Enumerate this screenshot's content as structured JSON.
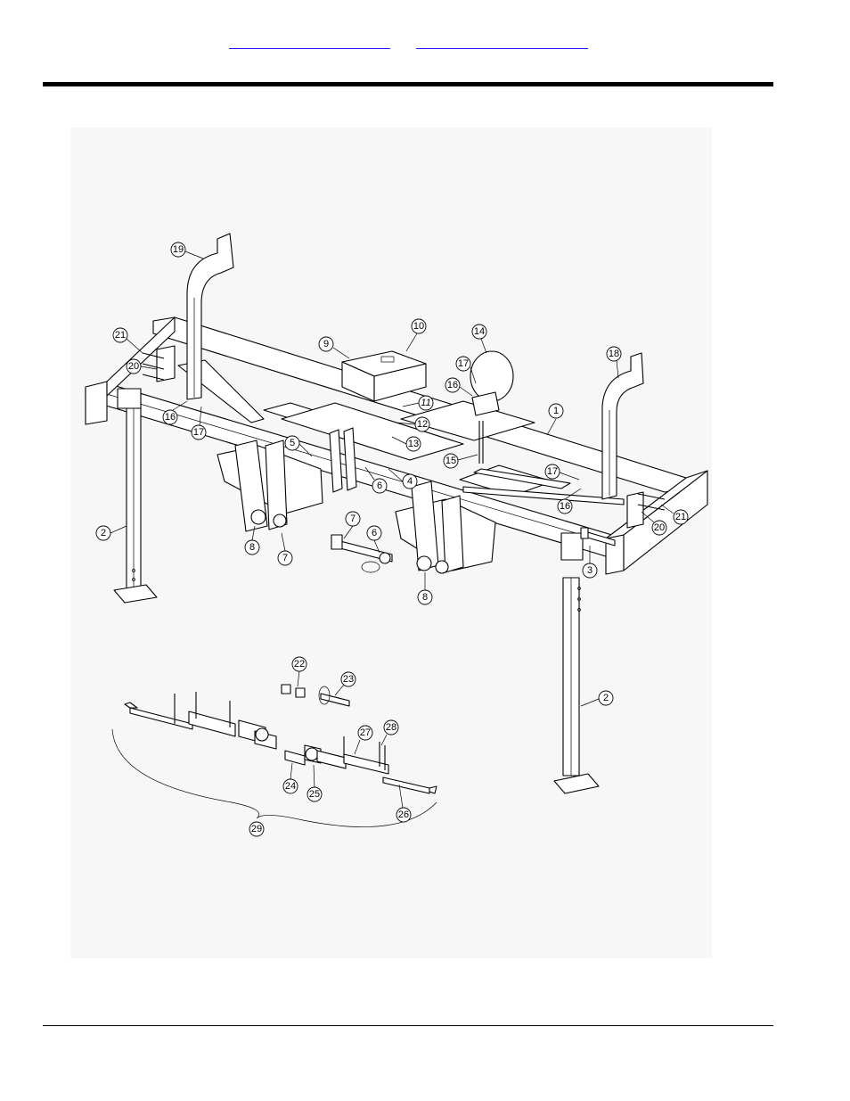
{
  "header": {
    "links": [
      {
        "text": ""
      },
      {
        "text": ""
      }
    ]
  },
  "diagram": {
    "callouts": [
      "1",
      "2",
      "2",
      "3",
      "4",
      "5",
      "6",
      "6",
      "7",
      "7",
      "8",
      "8",
      "9",
      "10",
      "11",
      "12",
      "13",
      "14",
      "15",
      "16",
      "16",
      "16",
      "17",
      "17",
      "17",
      "18",
      "19",
      "20",
      "20",
      "21",
      "21",
      "22",
      "23",
      "24",
      "25",
      "26",
      "27",
      "28",
      "29"
    ]
  },
  "colors": {
    "link": "#1a1aff",
    "figure_background": "#f7f7f7"
  }
}
